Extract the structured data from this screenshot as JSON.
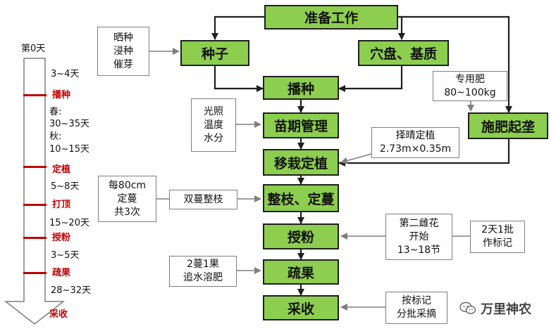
{
  "colors": {
    "green_fill": "#8dce4e",
    "stage_red": "#c00000",
    "border": "#1f1f1f"
  },
  "main": {
    "prep": "准备工作",
    "seed": "种子",
    "tray": "穴盘、基质",
    "sowing": "播种",
    "seedling": "苗期管理",
    "transplant": "移栽定植",
    "fertilize": "施肥起垄",
    "pruning": "整枝、定蔓",
    "pollination": "授粉",
    "thinning": "疏果",
    "harvest": "采收"
  },
  "notes": {
    "seed_treatment": [
      "晒种",
      "浸种",
      "催芽"
    ],
    "fertilizer": [
      "专用肥",
      "80~100kg"
    ],
    "seedling_factors": [
      "光照",
      "温度",
      "水分"
    ],
    "transplant_spec": [
      "择晴定植",
      "2.73m×0.35m"
    ],
    "vine_fix": [
      "每80cm",
      "定蔓",
      "共3次"
    ],
    "double_vine": "双蔓整枝",
    "female_flower": [
      "第二雌花",
      "开始",
      "13~18节"
    ],
    "marking": [
      "2天1批",
      "作标记"
    ],
    "fruit_rule": [
      "2蔓1果",
      "追水溶肥"
    ],
    "harvest_rule": [
      "按标记",
      "分批采摘"
    ]
  },
  "timeline": {
    "day0": "第0天",
    "d1": "3~4天",
    "s1": "播种",
    "d2a": "春:",
    "d2b": "30~35天",
    "d2c": "秋:",
    "d2d": "10~15天",
    "s2": "定植",
    "d3": "5~8天",
    "s3": "打顶",
    "d4": "15~20天",
    "s4": "授粉",
    "d5": "3~5天",
    "s5": "疏果",
    "d6": "28~32天",
    "s6": "采收"
  },
  "watermark": {
    "text": "万里神农",
    "icon": "wechat-icon"
  }
}
